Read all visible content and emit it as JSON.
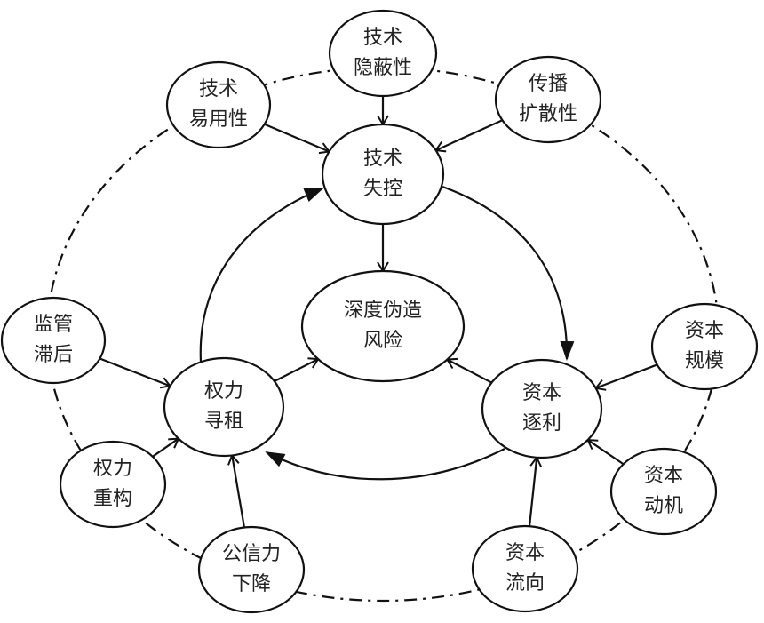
{
  "diagram": {
    "title": "",
    "nodes": [
      {
        "id": "tech_hidden",
        "lines": [
          "技术",
          "隐蔽性"
        ],
        "role": "outer"
      },
      {
        "id": "tech_ease",
        "lines": [
          "技术",
          "易用性"
        ],
        "role": "outer"
      },
      {
        "id": "spread",
        "lines": [
          "传播",
          "扩散性"
        ],
        "role": "outer"
      },
      {
        "id": "tech_loss",
        "lines": [
          "技术",
          "失控"
        ],
        "role": "core"
      },
      {
        "id": "deepfake_risk",
        "lines": [
          "深度伪造",
          "风险"
        ],
        "role": "center"
      },
      {
        "id": "reg_lag",
        "lines": [
          "监管",
          "滞后"
        ],
        "role": "outer"
      },
      {
        "id": "power_rent",
        "lines": [
          "权力",
          "寻租"
        ],
        "role": "core"
      },
      {
        "id": "capital_profit",
        "lines": [
          "资本",
          "逐利"
        ],
        "role": "core"
      },
      {
        "id": "capital_scale",
        "lines": [
          "资本",
          "规模"
        ],
        "role": "outer"
      },
      {
        "id": "power_restructure",
        "lines": [
          "权力",
          "重构"
        ],
        "role": "outer"
      },
      {
        "id": "credibility_drop",
        "lines": [
          "公信力",
          "下降"
        ],
        "role": "outer"
      },
      {
        "id": "capital_flow",
        "lines": [
          "资本",
          "流向"
        ],
        "role": "outer"
      },
      {
        "id": "capital_motive",
        "lines": [
          "资本",
          "动机"
        ],
        "role": "outer"
      }
    ],
    "edges": [
      {
        "from": "tech_hidden",
        "to": "tech_loss",
        "style": "open-arrow"
      },
      {
        "from": "tech_ease",
        "to": "tech_loss",
        "style": "open-arrow"
      },
      {
        "from": "spread",
        "to": "tech_loss",
        "style": "open-arrow"
      },
      {
        "from": "tech_loss",
        "to": "deepfake_risk",
        "style": "open-arrow"
      },
      {
        "from": "reg_lag",
        "to": "power_rent",
        "style": "open-arrow"
      },
      {
        "from": "power_restructure",
        "to": "power_rent",
        "style": "open-arrow"
      },
      {
        "from": "credibility_drop",
        "to": "power_rent",
        "style": "open-arrow"
      },
      {
        "from": "power_rent",
        "to": "deepfake_risk",
        "style": "open-arrow"
      },
      {
        "from": "capital_scale",
        "to": "capital_profit",
        "style": "open-arrow"
      },
      {
        "from": "capital_motive",
        "to": "capital_profit",
        "style": "open-arrow"
      },
      {
        "from": "capital_flow",
        "to": "capital_profit",
        "style": "open-arrow"
      },
      {
        "from": "capital_profit",
        "to": "deepfake_risk",
        "style": "open-arrow"
      },
      {
        "from": "power_rent",
        "to": "tech_loss",
        "style": "curved-filled-arrow"
      },
      {
        "from": "tech_loss",
        "to": "capital_profit",
        "style": "curved-filled-arrow"
      },
      {
        "from": "capital_profit",
        "to": "power_rent",
        "style": "curved-filled-arrow"
      }
    ],
    "outer_ring": {
      "style": "dash-dot",
      "connects": [
        "tech_hidden",
        "spread",
        "capital_scale",
        "capital_motive",
        "capital_flow",
        "credibility_drop",
        "power_restructure",
        "reg_lag",
        "tech_ease"
      ]
    }
  }
}
